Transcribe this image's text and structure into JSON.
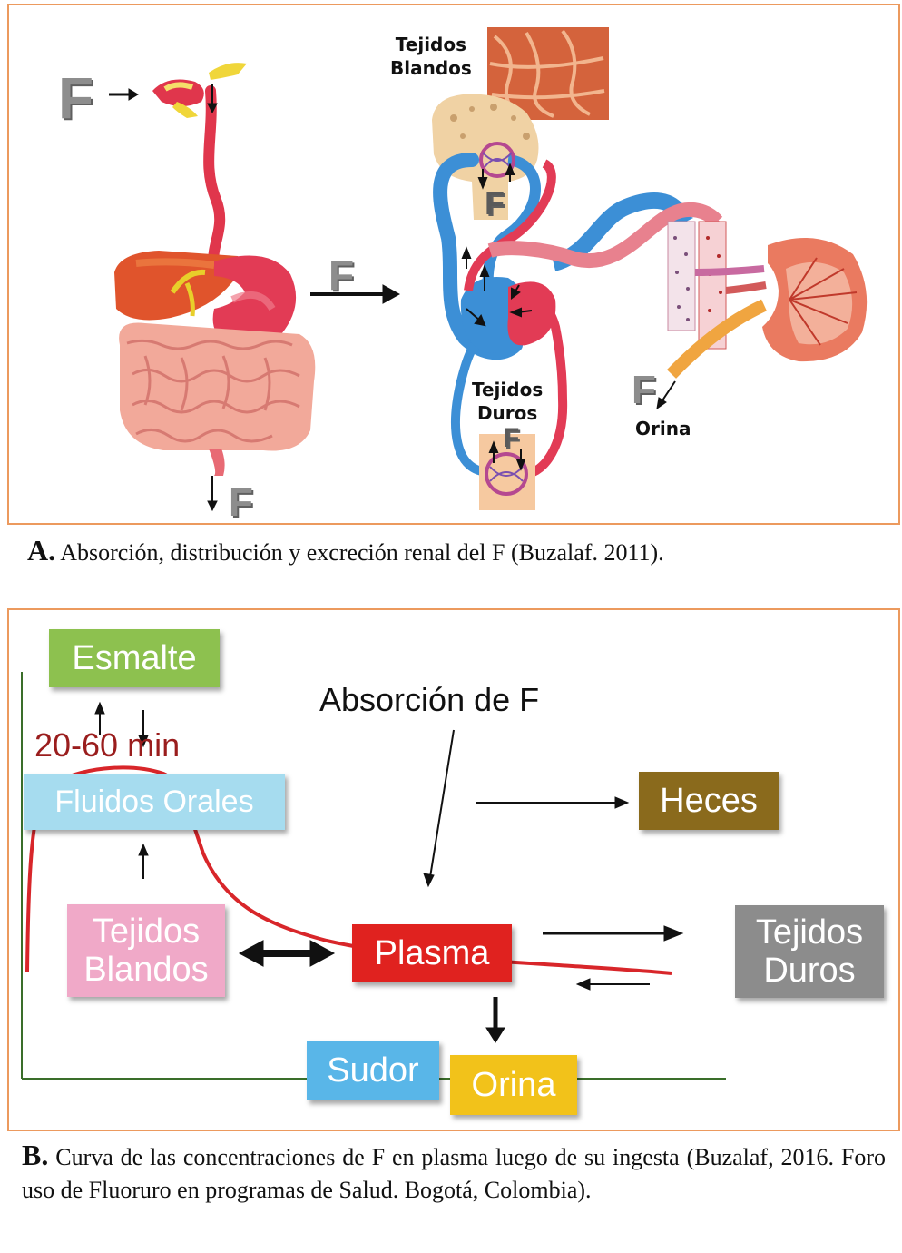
{
  "panel_a": {
    "labels": {
      "tejidos_blandos": [
        "Tejidos",
        "Blandos"
      ],
      "tejidos_duros": [
        "Tejidos",
        "Duros"
      ],
      "orina": "Orina",
      "f": "F"
    },
    "colors": {
      "artery": "#e23b55",
      "vein": "#3c8fd6",
      "organ": "#e86a74",
      "intestine": "#f2a99a",
      "bone": "#f0d2a4",
      "bile": "#e8cf2a",
      "kidney": "#ea7a60",
      "ureter": "#f0a540"
    }
  },
  "caption_a": {
    "letter": "A.",
    "text": "Absorción, distribución y excreción renal del F (Buzalaf. 2011)."
  },
  "panel_b": {
    "time_label": "20-60 min",
    "absorcion_label": "Absorción de F",
    "boxes": {
      "esmalte": "Esmalte",
      "fluidos_orales": "Fluidos Orales",
      "heces": "Heces",
      "tejidos_blandos": [
        "Tejidos",
        "Blandos"
      ],
      "plasma": "Plasma",
      "tejidos_duros": [
        "Tejidos",
        "Duros"
      ],
      "sudor": "Sudor",
      "orina": "Orina"
    },
    "colors": {
      "esmalte": "#8dc14f",
      "fluidos_orales": "#a6dcef",
      "heces": "#8a6a1c",
      "tejidos_blandos": "#f0a9c8",
      "plasma": "#e0221f",
      "tejidos_duros": "#8c8c8c",
      "sudor": "#59b6e8",
      "orina": "#f2c21a",
      "curve": "#d8262a",
      "axes": "#3a6e2a"
    }
  },
  "caption_b": {
    "letter": "B.",
    "text": "Curva de las concentraciones de F en plasma luego de su ingesta (Buzalaf, 2016. Foro uso de Fluoruro en programas de Salud. Bogotá, Colombia)."
  }
}
